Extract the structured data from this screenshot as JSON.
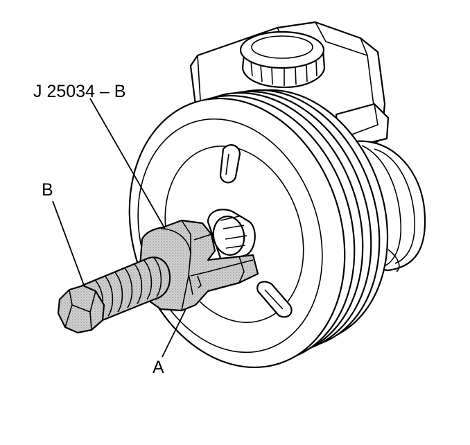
{
  "labels": {
    "tool": "J 25034 – B",
    "b": "B",
    "a": "A"
  },
  "colors": {
    "line": "#000000",
    "tool_fill": "#c9c9c9",
    "background": "#ffffff"
  }
}
